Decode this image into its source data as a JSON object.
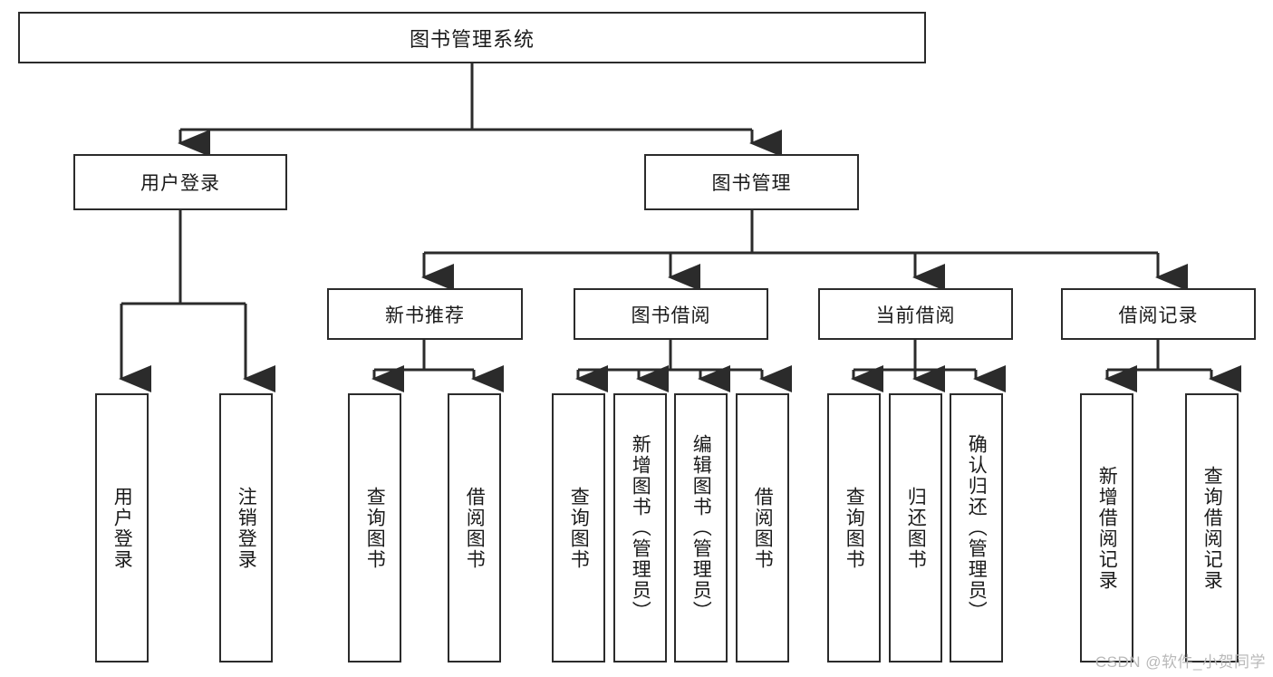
{
  "diagram": {
    "title": "图书管理系统",
    "root": {
      "label": "图书管理系统"
    },
    "level2": [
      {
        "label": "用户登录"
      },
      {
        "label": "图书管理"
      }
    ],
    "level3": [
      {
        "label": "新书推荐"
      },
      {
        "label": "图书借阅"
      },
      {
        "label": "当前借阅"
      },
      {
        "label": "借阅记录"
      }
    ],
    "leaves": {
      "user_login": [
        {
          "label": "用户登录"
        },
        {
          "label": "注销登录"
        }
      ],
      "new_book": [
        {
          "label": "查询图书"
        },
        {
          "label": "借阅图书"
        }
      ],
      "book_borrow": [
        {
          "label": "查询图书"
        },
        {
          "label": "新增图书（管理员）"
        },
        {
          "label": "编辑图书（管理员）"
        },
        {
          "label": "借阅图书"
        }
      ],
      "current_borrow": [
        {
          "label": "查询图书"
        },
        {
          "label": "归还图书"
        },
        {
          "label": "确认归还（管理员）"
        }
      ],
      "borrow_record": [
        {
          "label": "新增借阅记录"
        },
        {
          "label": "查询借阅记录"
        }
      ]
    },
    "watermark": "CSDN @软件_小贺同学",
    "colors": {
      "stroke": "#2b2b2b",
      "background": "#ffffff",
      "text": "#1a1a1a",
      "watermark": "#b9b9b9"
    }
  }
}
